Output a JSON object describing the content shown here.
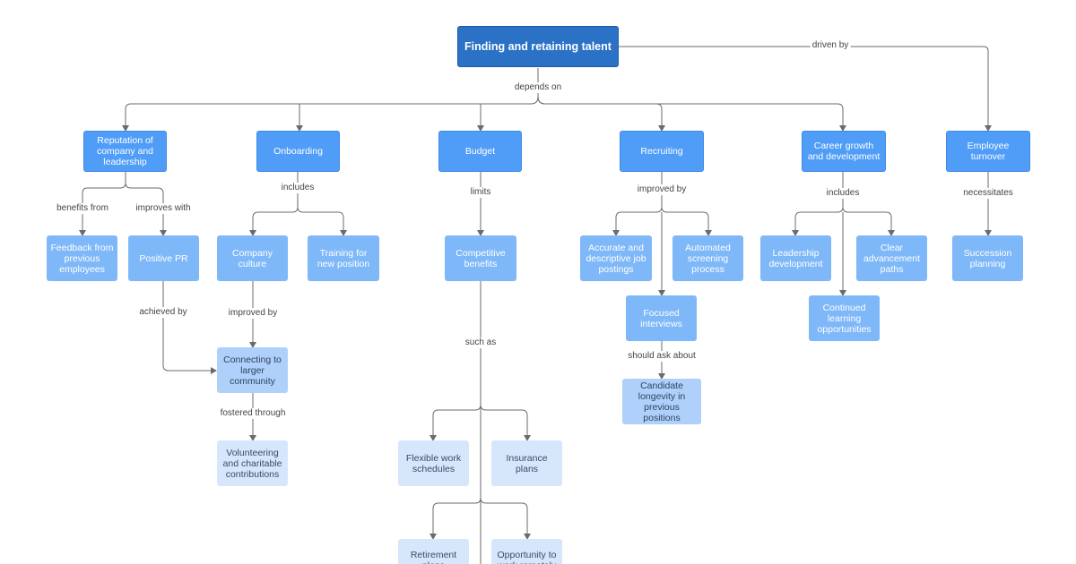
{
  "root": "Finding and retaining talent",
  "edge_labels": {
    "driven_by": "driven by",
    "depends_on": "depends on",
    "benefits_from": "benefits from",
    "improves_with": "improves with",
    "achieved_by": "achieved by",
    "includes_onboarding": "includes",
    "improved_by_culture": "improved by",
    "fostered_through": "fostered through",
    "limits": "limits",
    "such_as": "such as",
    "improved_by_recruiting": "improved by",
    "should_ask_about": "should ask about",
    "includes_career": "includes",
    "necessitates": "necessitates"
  },
  "nodes": {
    "reputation": "Reputation of company and leadership",
    "onboarding": "Onboarding",
    "budget": "Budget",
    "recruiting": "Recruiting",
    "career": "Career growth and development",
    "turnover": "Employee turnover",
    "feedback": "Feedback from previous employees",
    "positive_pr": "Positive PR",
    "company_culture": "Company culture",
    "training": "Training for new position",
    "competitive_benefits": "Competitive benefits",
    "job_postings": "Accurate and descriptive job postings",
    "screening": "Automated screening process",
    "leadership_dev": "Leadership development",
    "advancement": "Clear advancement paths",
    "succession": "Succession planning",
    "community": "Connecting to larger community",
    "volunteering": "Volunteering and charitable contributions",
    "focused_interviews": "Focused interviews",
    "longevity": "Candidate longevity in previous positions",
    "continued_learning": "Continued learning opportunities",
    "flexible": "Flexible work schedules",
    "insurance": "Insurance plans",
    "retirement": "Retirement plans",
    "opportunity": "Opportunity to work remotely"
  },
  "colors": {
    "root": "#2b72c6",
    "level1": "#4f9df6",
    "level2": "#7fb8f8",
    "level3": "#aed0fa",
    "level4": "#d6e7fc",
    "connector": "#6b6b6b"
  }
}
